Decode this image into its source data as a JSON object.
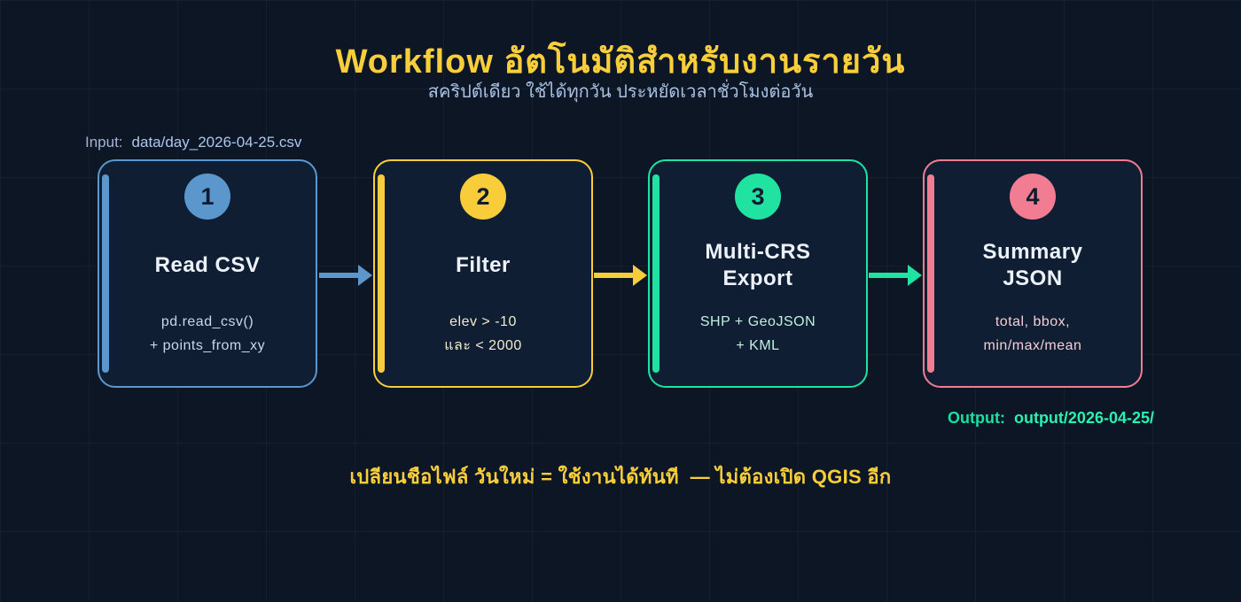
{
  "header": {
    "title": "Workflow อัตโนมัติสำหรับงานรายวัน",
    "subtitle": "สคริปต์เดียว ใช้ได้ทุกวัน ประหยัดเวลาชั่วโมงต่อวัน"
  },
  "input": {
    "label": "Input:",
    "value": "data/day_2026-04-25.csv"
  },
  "output": {
    "label": "Output:",
    "value": "output/2026-04-25/"
  },
  "steps": [
    {
      "number": "1",
      "title_lines": [
        "Read CSV"
      ],
      "detail_lines": [
        "pd.read_csv()",
        "+ points_from_xy"
      ],
      "accent": "#5b97cd",
      "detail_color": "#c9d7ea"
    },
    {
      "number": "2",
      "title_lines": [
        "Filter"
      ],
      "detail_lines": [
        "elev > -10",
        "และ < 2000"
      ],
      "accent": "#f9cd3a",
      "detail_color": "#f2ecce"
    },
    {
      "number": "3",
      "title_lines": [
        "Multi-CRS",
        "Export"
      ],
      "detail_lines": [
        "SHP + GeoJSON",
        "+ KML"
      ],
      "accent": "#20e2a1",
      "detail_color": "#c2f1e0"
    },
    {
      "number": "4",
      "title_lines": [
        "Summary",
        "JSON"
      ],
      "detail_lines": [
        "total, bbox,",
        "min/max/mean"
      ],
      "accent": "#f27d93",
      "detail_color": "#f6cdd6"
    }
  ],
  "footnote": "เปลียนชือไฟล์ วันใหม่ = ใช้งานได้ทันที  — ไม่ต้องเปิด QGIS อีก",
  "colors": {
    "background": "#0d1624",
    "card_background": "#101e33",
    "title_yellow": "#f9ce3b",
    "subtitle_blue": "#a9c2e4",
    "input_blue": "#abc7ec",
    "output_green": "#1ddfa0",
    "badge_number_dark": "#0f1c30",
    "card_title_white": "#edf2fa"
  }
}
